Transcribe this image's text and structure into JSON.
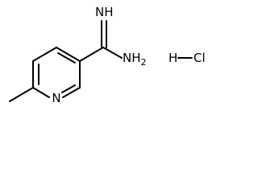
{
  "molecule": {
    "atoms": {
      "ring_nitrogen": "N",
      "imine_group": "NH",
      "amine_group": "NH",
      "amine_subscript": "2",
      "hydrogen": "H",
      "chlorine": "Cl"
    }
  },
  "colors": {
    "bond": "#000000",
    "label": "#000000",
    "background": "#ffffff"
  }
}
